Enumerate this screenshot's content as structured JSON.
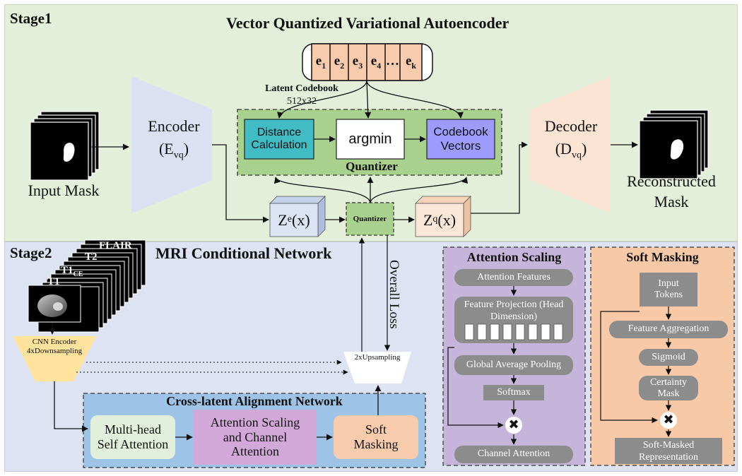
{
  "stage1": {
    "label": "Stage1",
    "title": "Vector Quantized Variational Autoencoder",
    "input_mask": "Input Mask",
    "encoder": {
      "name": "Encoder",
      "symbol": "(E",
      "sub": "vq",
      "close": ")"
    },
    "decoder": {
      "name": "Decoder",
      "symbol": "(D",
      "sub": "vq",
      "close": ")"
    },
    "reconstructed_mask_line1": "Reconstructed",
    "reconstructed_mask_line2": "Mask",
    "codebook": {
      "cells": [
        {
          "base": "e",
          "sub": "1"
        },
        {
          "base": "e",
          "sub": "2"
        },
        {
          "base": "e",
          "sub": "3"
        },
        {
          "base": "e",
          "sub": "4"
        },
        {
          "base": "…",
          "sub": ""
        },
        {
          "base": "e",
          "sub": "k"
        }
      ],
      "label": "Latent Codebook",
      "size": "512x32"
    },
    "quantizer_block": {
      "distance_line1": "Distance",
      "distance_line2": "Calculation",
      "argmin": "argmin",
      "codebook_vectors_line1": "Codebook",
      "codebook_vectors_line2": "Vectors",
      "label": "Quantizer"
    },
    "ze": {
      "base": "Z",
      "sub": "e",
      "arg": "(x)"
    },
    "zq": {
      "base": "Z",
      "sub": "q",
      "arg": "(x)"
    },
    "small_quantizer": "Quantizer"
  },
  "stage2": {
    "label": "Stage2",
    "title": "MRI Conditional Network",
    "modalities": {
      "flair": "FLAIR",
      "t2": "T2",
      "t1ce_base": "T1",
      "t1ce_sub": "CE",
      "t1": "T1"
    },
    "cnn_encoder_line1": "CNN Encoder",
    "cnn_encoder_line2": "4xDownsampling",
    "upsampling": "2xUpsampling",
    "overall_loss": "Overall Loss",
    "cross_latent": {
      "title": "Cross-latent Alignment Network",
      "mhsa_line1": "Multi-head",
      "mhsa_line2": "Self Attention",
      "asca_line1": "Attention Scaling",
      "asca_line2": "and Channel",
      "asca_line3": "Attention",
      "soft_line1": "Soft",
      "soft_line2": "Masking"
    },
    "attention_scaling": {
      "title": "Attention Scaling",
      "features": "Attention Features",
      "projection_line1": "Feature Projection (Head",
      "projection_line2": "Dimension)",
      "gap": "Global Average Pooling",
      "softmax": "Softmax",
      "channel_attention": "Channel Attention",
      "multiply": "✖"
    },
    "soft_masking": {
      "title": "Soft Masking",
      "input_line1": "Input",
      "input_line2": "Tokens",
      "aggregation": "Feature Aggregation",
      "sigmoid": "Sigmoid",
      "certainty_line1": "Certainty",
      "certainty_line2": "Mask",
      "output_line1": "Soft-Masked",
      "output_line2": "Representation",
      "multiply": "✖"
    }
  },
  "colors": {
    "stage1_bg": "#e3efd9",
    "stage2_bg": "#dde3f2",
    "codebook_cell": "#f8cbad",
    "quantizer_bg": "#a9d18e",
    "distance_box": "#42bcc4",
    "codebook_vectors_box": "#9e9bff",
    "encoder_trapezoid": "#dbe0f3",
    "decoder_trapezoid": "#fbe4d4",
    "cnn_encoder": "#ffe29b",
    "cross_latent_bg": "#9dc3e6",
    "mhsa_box": "#e2efda",
    "asca_box": "#d1a8d7",
    "soft_box": "#f8cbad",
    "attention_panel": "#c5b5da",
    "soft_panel": "#f8c9a6"
  }
}
